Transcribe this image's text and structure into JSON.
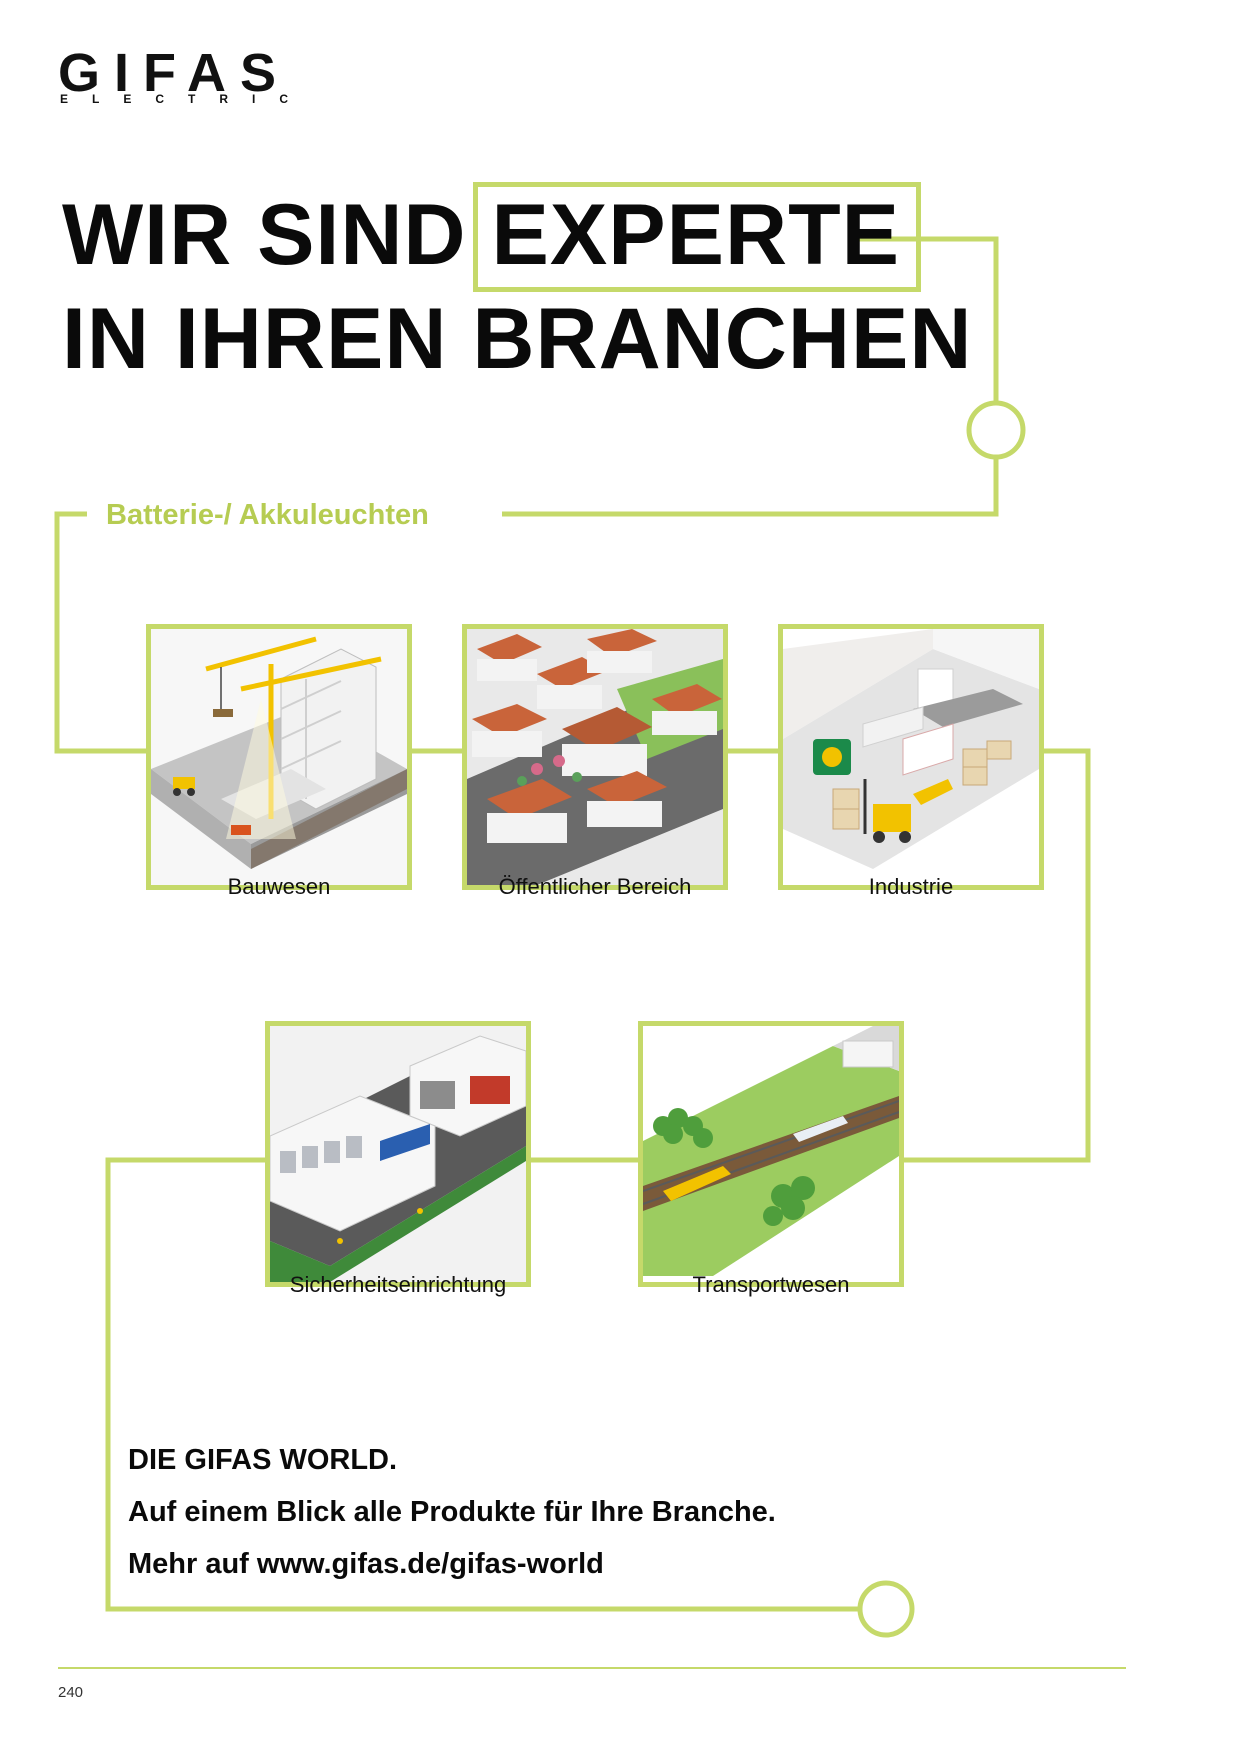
{
  "logo": {
    "name": "GIFAS",
    "sub": "ELECTRIC"
  },
  "headline": {
    "line1_prefix": "WIR SIND",
    "highlight": "EXPERTE",
    "line2": "IN IHREN BRANCHEN"
  },
  "section": {
    "label": "Batterie-/ Akkuleuchten"
  },
  "industries": [
    {
      "label": "Bauwesen",
      "icon": "construction-site-illustration"
    },
    {
      "label": "Öffentlicher Bereich",
      "icon": "town-illustration"
    },
    {
      "label": "Industrie",
      "icon": "warehouse-illustration"
    },
    {
      "label": "Sicherheitseinrichtung",
      "icon": "police-fire-station-illustration"
    },
    {
      "label": "Transportwesen",
      "icon": "railway-illustration"
    }
  ],
  "footer": {
    "line1": "DIE GIFAS WORLD.",
    "line2": "Auf einem Blick alle Produkte für Ihre Branche.",
    "line3": "Mehr auf www.gifas.de/gifas-world"
  },
  "page": {
    "number": "240"
  },
  "colors": {
    "accent": "#c5d96a",
    "accent_text": "#b6cc52",
    "text": "#0a0a0a"
  }
}
